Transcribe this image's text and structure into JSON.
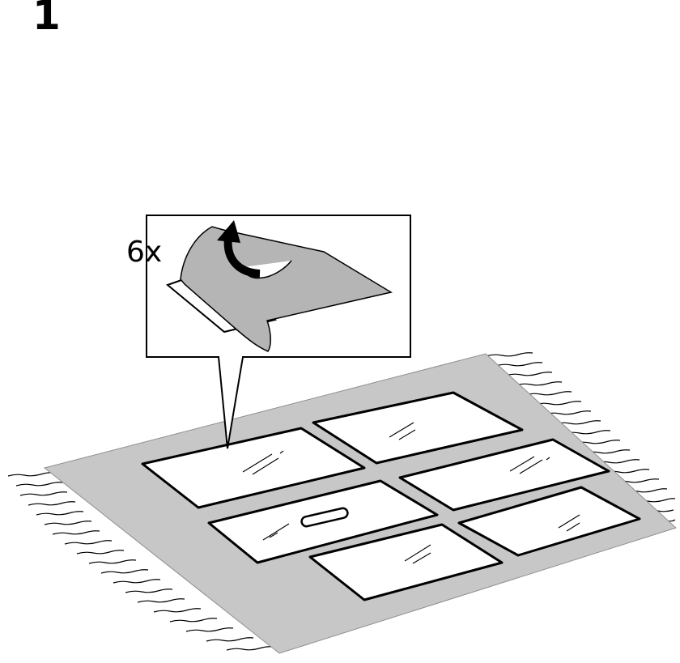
{
  "step": {
    "number": "1"
  },
  "detail": {
    "quantity_label": "6x",
    "icon": "peel-film-arrow-icon"
  },
  "scene": {
    "panel_count": 6,
    "cloth": "protective-cloth",
    "colors": {
      "cloth": "#c7c7c7",
      "film": "#b5b5b5",
      "line": "#000000",
      "paper": "#ffffff"
    }
  }
}
